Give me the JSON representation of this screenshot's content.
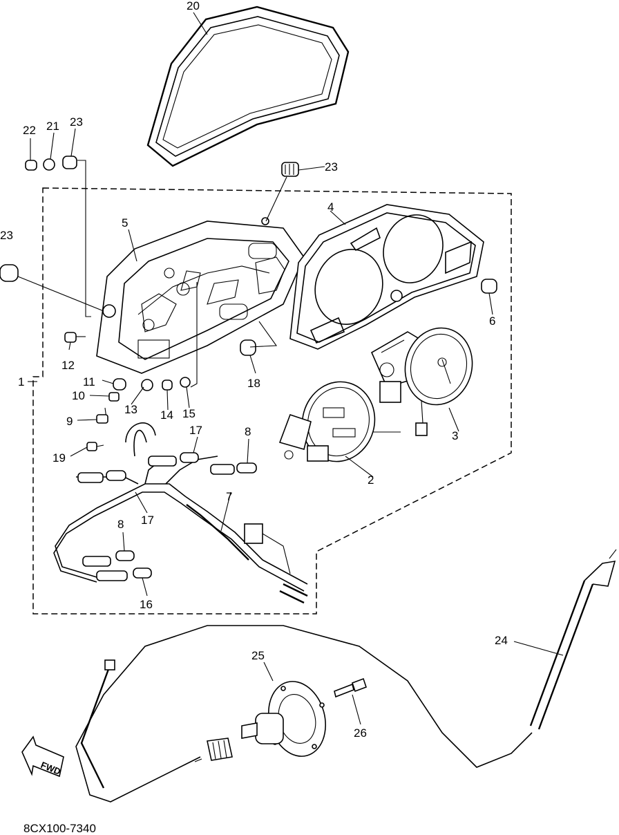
{
  "diagram": {
    "drawing_code": "8CX100-7340",
    "direction_label": "FWD",
    "callouts": {
      "c1": "1",
      "c2": "2",
      "c3": "3",
      "c4": "4",
      "c5": "5",
      "c6": "6",
      "c7": "7",
      "c8a": "8",
      "c8b": "8",
      "c9": "9",
      "c10": "10",
      "c11": "11",
      "c12": "12",
      "c13": "13",
      "c14": "14",
      "c15": "15",
      "c16": "16",
      "c17a": "17",
      "c17b": "17",
      "c18": "18",
      "c19": "19",
      "c20": "20",
      "c21": "21",
      "c22": "22",
      "c23a": "23",
      "c23b": "23",
      "c23c": "23",
      "c24": "24",
      "c25": "25",
      "c26": "26"
    }
  }
}
